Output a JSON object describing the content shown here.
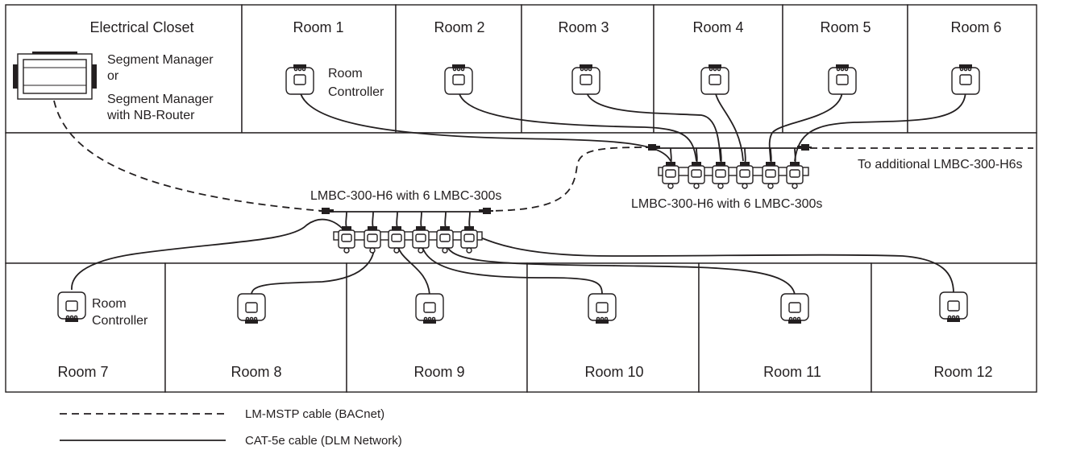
{
  "colors": {
    "ink": "#231f20",
    "background": "#ffffff"
  },
  "top_rooms": {
    "closet": "Electrical Closet",
    "room1": "Room 1",
    "room2": "Room 2",
    "room3": "Room 3",
    "room4": "Room 4",
    "room5": "Room 5",
    "room6": "Room 6"
  },
  "bottom_rooms": {
    "room7": "Room 7",
    "room8": "Room 8",
    "room9": "Room 9",
    "room10": "Room 10",
    "room11": "Room 11",
    "room12": "Room 12"
  },
  "segment_manager_lines": [
    "Segment Manager",
    "or",
    "Segment Manager",
    "with NB-Router"
  ],
  "room_controller_label": [
    "Room",
    "Controller"
  ],
  "bridge_labels": {
    "lower": "LMBC-300-H6 with 6 LMBC-300s",
    "upper": "LMBC-300-H6 with 6 LMBC-300s",
    "to_additional": "To additional LMBC-300-H6s"
  },
  "legend": {
    "dashed": "LM-MSTP cable (BACnet)",
    "solid": "CAT-5e cable (DLM Network)"
  },
  "icons": [
    "segment-manager-icon",
    "room-controller-icon",
    "bridge-module-icon",
    "cable-connector-icon"
  ]
}
